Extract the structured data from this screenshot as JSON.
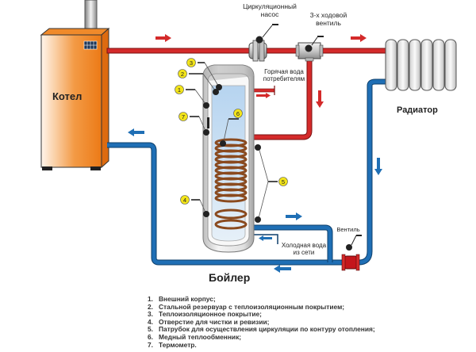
{
  "diagram": {
    "boiler_label": "Котел",
    "radiator_label": "Радиатор",
    "tank_label": "Бойлер",
    "pump_label_line1": "Циркуляционный",
    "pump_label_line2": "насос",
    "valve3_label_line1": "3-х ходовой",
    "valve3_label_line2": "вентиль",
    "hot_water_line1": "Горячая вода",
    "hot_water_line2": "потребителям",
    "cold_water_line1": "Холодная вода",
    "cold_water_line2": "из сети",
    "valve_label": "Вентиль",
    "markers": [
      "1",
      "2",
      "3",
      "4",
      "5",
      "6",
      "7"
    ],
    "colors": {
      "hot_pipe": "#d42a2a",
      "cold_pipe": "#1f6fb5",
      "boiler_orange": "#ef7d1a",
      "marker_yellow": "#f2e41a",
      "coil_copper": "#8a4a1f"
    }
  },
  "legend": [
    {
      "num": "1.",
      "text": "Внешний корпус;"
    },
    {
      "num": "2.",
      "text": "Стальной резервуар с теплоизоляционным покрытием;"
    },
    {
      "num": "3.",
      "text": "Теплоизоляционное покрытие;"
    },
    {
      "num": "4.",
      "text": "Отверстие для чистки и ревизии;"
    },
    {
      "num": "5.",
      "text": "Патрубок для осуществления циркуляции по контуру отопления;"
    },
    {
      "num": "6.",
      "text": "Медный теплообменник;"
    },
    {
      "num": "7.",
      "text": "Термометр."
    }
  ]
}
